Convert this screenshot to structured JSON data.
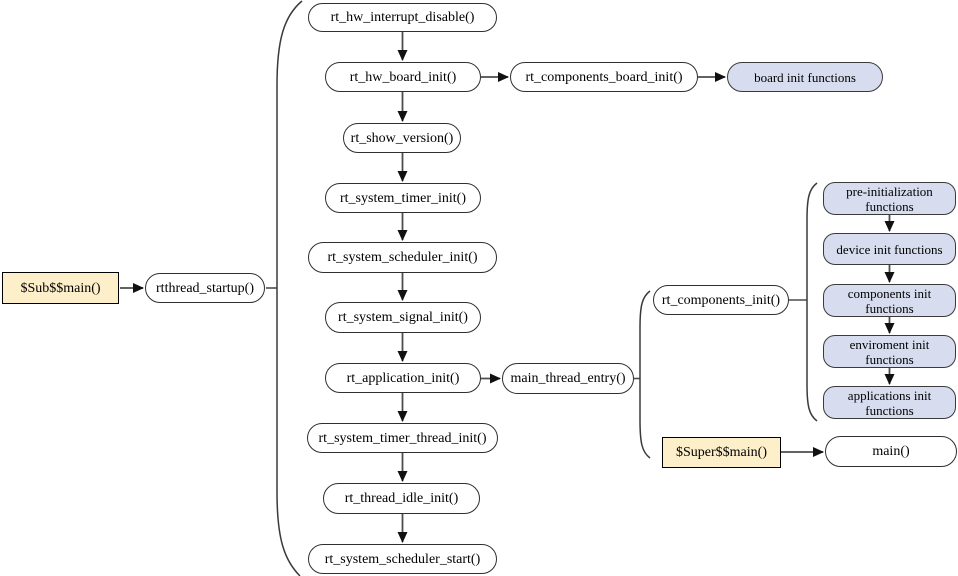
{
  "colors": {
    "background": "#ffffff",
    "node_fill": "#ffffff",
    "node_border": "#2f2f2f",
    "entry_fill": "#fcefc9",
    "group_fill": "#d7ddee",
    "connector": "#4d4d4d",
    "arrowhead": "#111111"
  },
  "nodes": {
    "sub_main": {
      "label": "$Sub$$main()"
    },
    "rtthread_startup": {
      "label": "rtthread_startup()"
    },
    "rt_hw_interrupt_disable": {
      "label": "rt_hw_interrupt_disable()"
    },
    "rt_hw_board_init": {
      "label": "rt_hw_board_init()"
    },
    "rt_components_board_init": {
      "label": "rt_components_board_init()"
    },
    "board_init_functions": {
      "label": "board init functions"
    },
    "rt_show_version": {
      "label": "rt_show_version()"
    },
    "rt_system_timer_init": {
      "label": "rt_system_timer_init()"
    },
    "rt_system_scheduler_init": {
      "label": "rt_system_scheduler_init()"
    },
    "rt_system_signal_init": {
      "label": "rt_system_signal_init()"
    },
    "rt_application_init": {
      "label": "rt_application_init()"
    },
    "main_thread_entry": {
      "label": "main_thread_entry()"
    },
    "rt_system_timer_thread_init": {
      "label": "rt_system_timer_thread_init()"
    },
    "rt_thread_idle_init": {
      "label": "rt_thread_idle_init()"
    },
    "rt_system_scheduler_start": {
      "label": "rt_system_scheduler_start()"
    },
    "rt_components_init": {
      "label": "rt_components_init()"
    },
    "pre_initialization_functions": {
      "label": "pre-initialization functions"
    },
    "device_init_functions": {
      "label": "device init functions"
    },
    "components_init_functions": {
      "label": "components init functions"
    },
    "enviroment_init_functions": {
      "label": "enviroment init functions"
    },
    "applications_init_functions": {
      "label": "applications init functions"
    },
    "super_main": {
      "label": "$Super$$main()"
    },
    "main": {
      "label": "main()"
    }
  }
}
